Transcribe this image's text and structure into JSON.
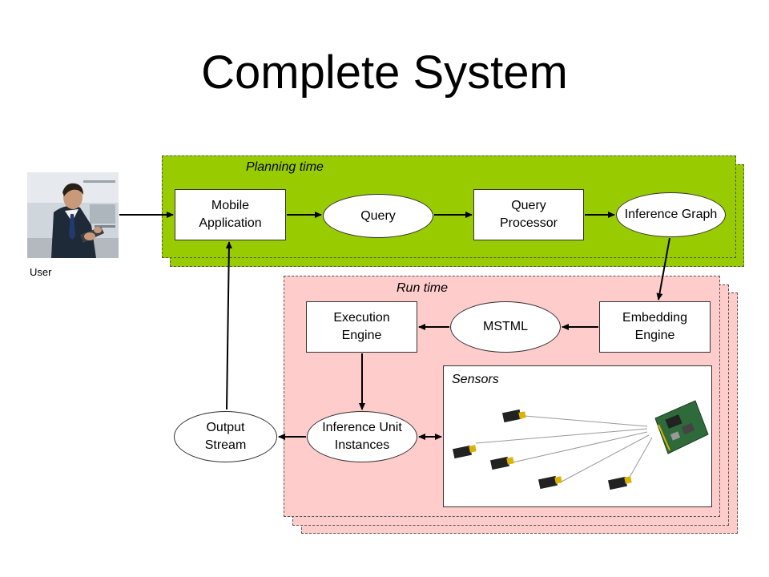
{
  "title": "Complete System",
  "user": {
    "label": "User",
    "icon": "person-with-tablet-photo"
  },
  "planning": {
    "label": "Planning time",
    "mobile_app": "Mobile\nApplication",
    "query": "Query",
    "query_processor": "Query\nProcessor",
    "inference_graph": "Inference Graph"
  },
  "runtime": {
    "label": "Run time",
    "execution_engine": "Execution\nEngine",
    "mstml": "MSTML",
    "embedding_engine": "Embedding\nEngine",
    "inference_unit": "Inference Unit\nInstances",
    "sensors_label": "Sensors"
  },
  "output_stream": "Output\nStream",
  "colors": {
    "planning_bg": "#99cc00",
    "runtime_bg": "#ffcccc",
    "sensor_yellow": "#d9b300"
  }
}
